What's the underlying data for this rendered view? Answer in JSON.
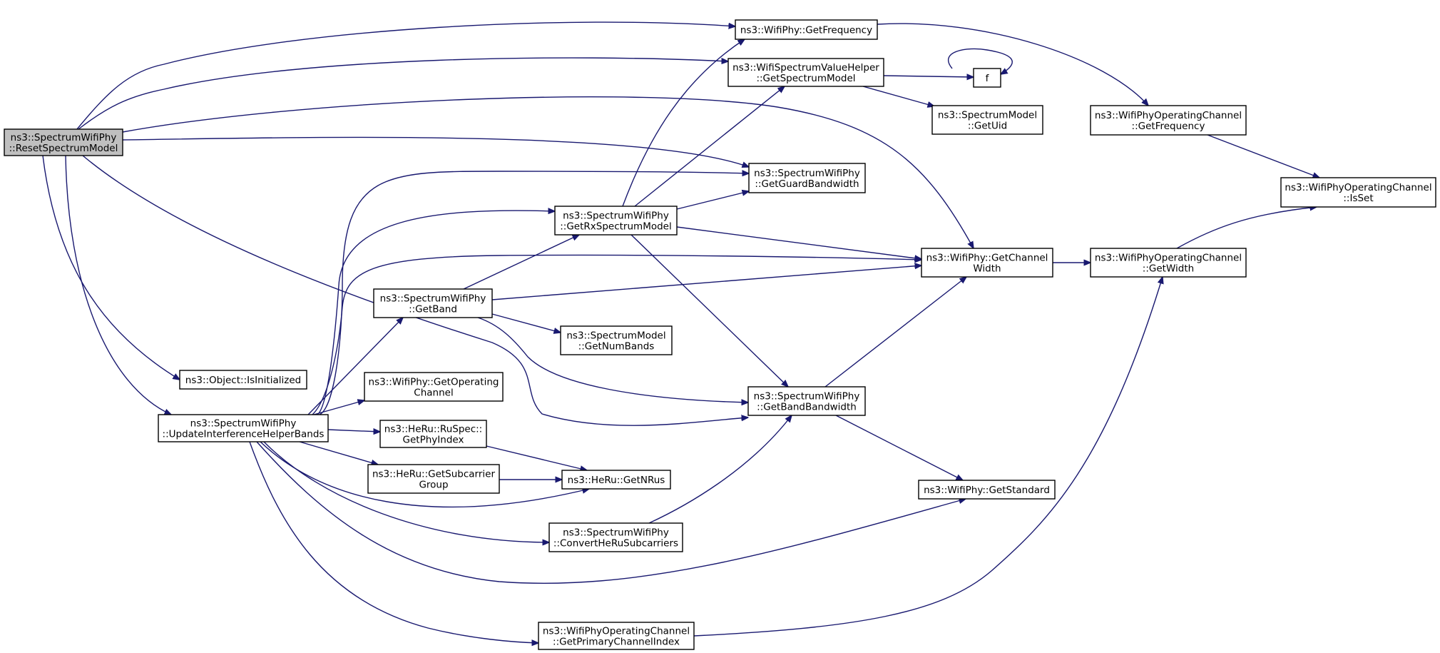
{
  "graph": {
    "nodes": [
      {
        "id": "reset",
        "lines": [
          "ns3::SpectrumWifiPhy",
          "::ResetSpectrumModel"
        ],
        "highlighted": true
      },
      {
        "id": "getFrequency",
        "lines": [
          "ns3::WifiPhy::GetFrequency"
        ]
      },
      {
        "id": "valueHelper",
        "lines": [
          "ns3::WifiSpectrumValueHelper",
          "::GetSpectrumModel"
        ]
      },
      {
        "id": "f",
        "lines": [
          "f"
        ]
      },
      {
        "id": "getUid",
        "lines": [
          "ns3::SpectrumModel",
          "::GetUid"
        ]
      },
      {
        "id": "opGetFrequency",
        "lines": [
          "ns3::WifiPhyOperatingChannel",
          "::GetFrequency"
        ]
      },
      {
        "id": "guardBw",
        "lines": [
          "ns3::SpectrumWifiPhy",
          "::GetGuardBandwidth"
        ]
      },
      {
        "id": "isSet",
        "lines": [
          "ns3::WifiPhyOperatingChannel",
          "::IsSet"
        ]
      },
      {
        "id": "rxModel",
        "lines": [
          "ns3::SpectrumWifiPhy",
          "::GetRxSpectrumModel"
        ]
      },
      {
        "id": "chWidth",
        "lines": [
          "ns3::WifiPhy::GetChannel",
          "Width"
        ]
      },
      {
        "id": "opGetWidth",
        "lines": [
          "ns3::WifiPhyOperatingChannel",
          "::GetWidth"
        ]
      },
      {
        "id": "getBand",
        "lines": [
          "ns3::SpectrumWifiPhy",
          "::GetBand"
        ]
      },
      {
        "id": "numBands",
        "lines": [
          "ns3::SpectrumModel",
          "::GetNumBands"
        ]
      },
      {
        "id": "isInit",
        "lines": [
          "ns3::Object::IsInitialized"
        ]
      },
      {
        "id": "getOpCh",
        "lines": [
          "ns3::WifiPhy::GetOperating",
          "Channel"
        ]
      },
      {
        "id": "bandBw",
        "lines": [
          "ns3::SpectrumWifiPhy",
          "::GetBandBandwidth"
        ]
      },
      {
        "id": "updIHB",
        "lines": [
          "ns3::SpectrumWifiPhy",
          "::UpdateInterferenceHelperBands"
        ]
      },
      {
        "id": "phyIndex",
        "lines": [
          "ns3::HeRu::RuSpec::",
          "GetPhyIndex"
        ]
      },
      {
        "id": "subGroup",
        "lines": [
          "ns3::HeRu::GetSubcarrier",
          "Group"
        ]
      },
      {
        "id": "nRus",
        "lines": [
          "ns3::HeRu::GetNRus"
        ]
      },
      {
        "id": "getStd",
        "lines": [
          "ns3::WifiPhy::GetStandard"
        ]
      },
      {
        "id": "convHe",
        "lines": [
          "ns3::SpectrumWifiPhy",
          "::ConvertHeRuSubcarriers"
        ]
      },
      {
        "id": "primIdx",
        "lines": [
          "ns3::WifiPhyOperatingChannel",
          "::GetPrimaryChannelIndex"
        ]
      }
    ],
    "edges": [
      {
        "from": "reset",
        "to": "getFrequency"
      },
      {
        "from": "reset",
        "to": "valueHelper"
      },
      {
        "from": "reset",
        "to": "chWidth"
      },
      {
        "from": "reset",
        "to": "guardBw"
      },
      {
        "from": "reset",
        "to": "bandBw"
      },
      {
        "from": "reset",
        "to": "isInit"
      },
      {
        "from": "reset",
        "to": "updIHB"
      },
      {
        "from": "getFrequency",
        "to": "opGetFrequency"
      },
      {
        "from": "valueHelper",
        "to": "f"
      },
      {
        "from": "valueHelper",
        "to": "getUid"
      },
      {
        "from": "f",
        "to": "f"
      },
      {
        "from": "opGetFrequency",
        "to": "isSet"
      },
      {
        "from": "rxModel",
        "to": "getFrequency"
      },
      {
        "from": "rxModel",
        "to": "valueHelper"
      },
      {
        "from": "rxModel",
        "to": "guardBw"
      },
      {
        "from": "rxModel",
        "to": "chWidth"
      },
      {
        "from": "rxModel",
        "to": "bandBw"
      },
      {
        "from": "chWidth",
        "to": "opGetWidth"
      },
      {
        "from": "opGetWidth",
        "to": "isSet"
      },
      {
        "from": "getBand",
        "to": "rxModel"
      },
      {
        "from": "getBand",
        "to": "chWidth"
      },
      {
        "from": "getBand",
        "to": "numBands"
      },
      {
        "from": "getBand",
        "to": "bandBw"
      },
      {
        "from": "bandBw",
        "to": "chWidth"
      },
      {
        "from": "bandBw",
        "to": "getStd"
      },
      {
        "from": "updIHB",
        "to": "guardBw"
      },
      {
        "from": "updIHB",
        "to": "rxModel"
      },
      {
        "from": "updIHB",
        "to": "chWidth"
      },
      {
        "from": "updIHB",
        "to": "getBand"
      },
      {
        "from": "updIHB",
        "to": "getOpCh"
      },
      {
        "from": "updIHB",
        "to": "phyIndex"
      },
      {
        "from": "updIHB",
        "to": "subGroup"
      },
      {
        "from": "updIHB",
        "to": "nRus"
      },
      {
        "from": "updIHB",
        "to": "convHe"
      },
      {
        "from": "updIHB",
        "to": "getStd"
      },
      {
        "from": "updIHB",
        "to": "primIdx"
      },
      {
        "from": "phyIndex",
        "to": "nRus"
      },
      {
        "from": "subGroup",
        "to": "nRus"
      },
      {
        "from": "convHe",
        "to": "bandBw"
      },
      {
        "from": "primIdx",
        "to": "opGetWidth"
      }
    ]
  },
  "colors": {
    "edge": "#191970",
    "node_border": "#000000",
    "node_fill": "#ffffff",
    "highlight_fill": "#bfbfbf"
  }
}
